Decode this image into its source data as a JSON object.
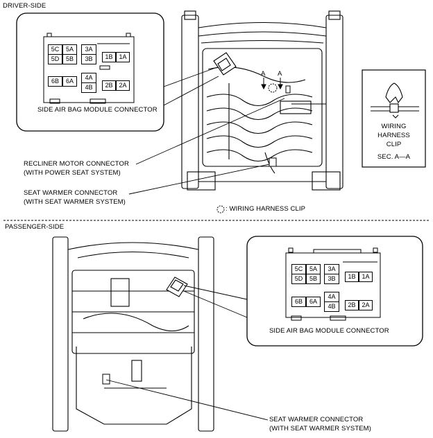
{
  "driver": {
    "section_title": "DRIVER-SIDE",
    "module_connector_label": "SIDE AIR BAG MODULE CONNECTOR",
    "pins": [
      "5C",
      "5A",
      "5D",
      "5B",
      "3A",
      "3B",
      "1B",
      "1A",
      "6B",
      "6A",
      "4A",
      "4B",
      "2B",
      "2A"
    ],
    "recliner_label_1": "RECLINER MOTOR CONNECTOR",
    "recliner_label_2": "(WITH POWER SEAT SYSTEM)",
    "warmer_label_1": "SEAT WARMER CONNECTOR",
    "warmer_label_2": "(WITH SEAT WARMER SYSTEM)",
    "legend_text": ": WIRING HARNESS CLIP",
    "section_marker": "A",
    "clip_detail": {
      "line1": "WIRING",
      "line2": "HARNESS",
      "line3": "CLIP",
      "section": "SEC. A—A"
    }
  },
  "passenger": {
    "section_title": "PASSENGER-SIDE",
    "module_connector_label": "SIDE AIR BAG MODULE CONNECTOR",
    "pins": [
      "5C",
      "5A",
      "5D",
      "5B",
      "3A",
      "3B",
      "1B",
      "1A",
      "6B",
      "6A",
      "4A",
      "4B",
      "2B",
      "2A"
    ],
    "warmer_label_1": "SEAT WARMER CONNECTOR",
    "warmer_label_2": "(WITH SEAT WARMER SYSTEM)"
  },
  "colors": {
    "line": "#000000",
    "background": "#ffffff"
  }
}
